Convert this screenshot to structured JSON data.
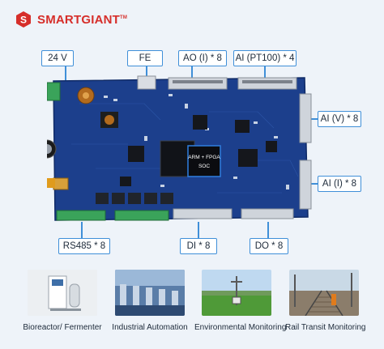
{
  "brand": {
    "name": "SMARTGIANT",
    "mark": "TM",
    "color": "#d62e2a"
  },
  "labels": {
    "top": [
      "24 V",
      "FE",
      "AO (I) * 8",
      "AI (PT100) * 4"
    ],
    "right": [
      "AI (V) * 8",
      "AI (I) * 8"
    ],
    "bottom": [
      "RS485 * 8",
      "DI * 8",
      "DO * 8"
    ]
  },
  "chip_label": {
    "line1": "ARM + FPGA",
    "line2": "SOC"
  },
  "applications": [
    {
      "caption": "Bioreactor/ Fermenter",
      "icon": "bioreactor-image"
    },
    {
      "caption": "Industrial Automation",
      "icon": "factory-image"
    },
    {
      "caption": "Environmental Monitoring",
      "icon": "field-sensor-image"
    },
    {
      "caption": "Rail Transit Monitoring",
      "icon": "railway-image"
    }
  ],
  "colors": {
    "accent": "#3f8fd8",
    "board": "#1c3f8c",
    "terminal": "#3aa35a"
  }
}
